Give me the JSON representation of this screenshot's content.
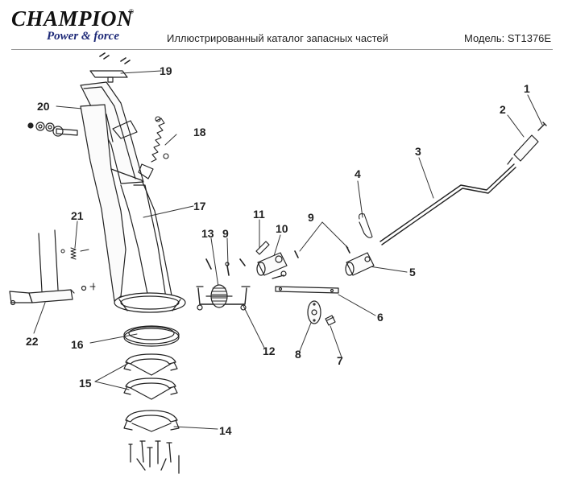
{
  "header": {
    "brand": "CHAMPION",
    "trademark": "®",
    "tagline": "Power & force",
    "title": "Иллюстрированный каталог запасных частей",
    "model": "Модель: ST1376E"
  },
  "callouts": [
    "1",
    "2",
    "3",
    "4",
    "5",
    "6",
    "7",
    "8",
    "9",
    "9",
    "10",
    "11",
    "12",
    "13",
    "14",
    "15",
    "16",
    "17",
    "18",
    "19",
    "20",
    "21",
    "22"
  ]
}
